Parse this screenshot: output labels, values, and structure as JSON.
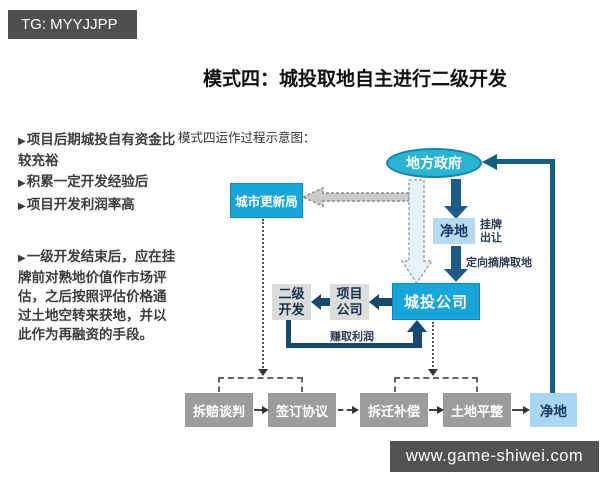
{
  "banners": {
    "top_left": "TG: MYYJJPP",
    "bottom_right": "www.game-shiwei.com"
  },
  "title": "模式四：城投取地自主进行二级开发",
  "sidebar": {
    "bullet": "▶",
    "item1": "项目后期城投自有资金比较充裕",
    "item2": "积累一定开发经验后",
    "item3": "项目开发利润率高",
    "item4": "一级开发结束后，应在挂牌前对熟地价值作市场评估，之后按照评估价格通过土地空转来获地，并以此作为再融资的手段。"
  },
  "diagram": {
    "caption": "模式四运作过程示意图：",
    "government": "地方政府",
    "clean_land_top": "净地",
    "listing_label": "挂牌\n出让",
    "targeted_label": "定向摘牌取地",
    "urban_renewal": "城市更新局",
    "chengtou": "城投公司",
    "secondary_dev": "二级\n开发",
    "project_company": "项目\n公司",
    "profit_label": "赚取利润",
    "process": [
      "拆赔谈判",
      "签订协议",
      "拆迁补偿",
      "土地平整",
      "净地"
    ]
  },
  "colors": {
    "accent_blue": "#18a5dc",
    "ellipse_teal": "#2bb4d2",
    "light_blue": "#b5daf1",
    "dark_arrow": "#1d5a87",
    "loop_arrow": "#17496f",
    "feedback_teal": "#136080",
    "process_gray": "#9c9c9c",
    "banner_gray": "#4f4f4f"
  }
}
